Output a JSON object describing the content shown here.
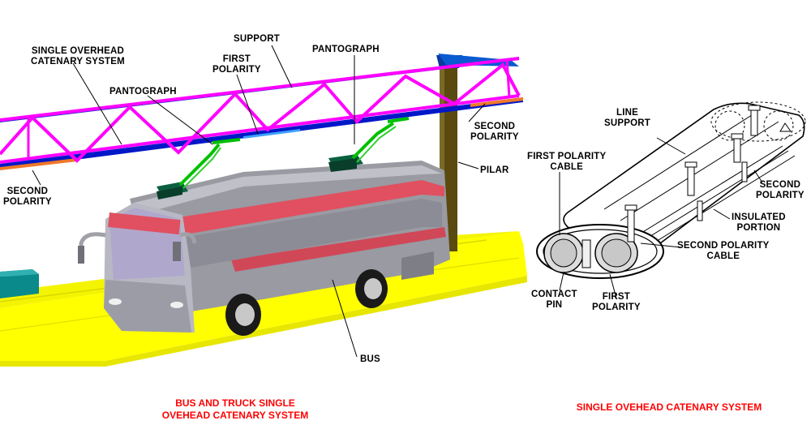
{
  "left_diagram": {
    "labels": {
      "single_overhead": [
        "SINGLE OVERHEAD",
        "CATENARY SYSTEM"
      ],
      "support": [
        "SUPPORT"
      ],
      "first_polarity": [
        "FIRST",
        "POLARITY"
      ],
      "pantograph_top": [
        "PANTOGRAPH"
      ],
      "pantograph_left": [
        "PANTOGRAPH"
      ],
      "second_polarity_right": [
        "SECOND",
        "POLARITY"
      ],
      "pilar": [
        "PILAR"
      ],
      "second_polarity_left": [
        "SECOND",
        "POLARITY"
      ],
      "bus": [
        "BUS"
      ]
    },
    "caption": [
      "BUS AND TRUCK SINGLE",
      "OVEHEAD CATENARY SYSTEM"
    ]
  },
  "right_diagram": {
    "labels": {
      "line_support": [
        "LINE",
        "SUPPORT"
      ],
      "first_polarity_cable": [
        "FIRST POLARITY",
        "CABLE"
      ],
      "second_polarity": [
        "SECOND",
        "POLARITY"
      ],
      "insulated_portion": [
        "INSULATED",
        "PORTION"
      ],
      "second_polarity_cable": [
        "SECOND POLARITY",
        "CABLE"
      ],
      "contact_pin": [
        "CONTACT",
        "PIN"
      ],
      "first_polarity": [
        "FIRST",
        "POLARITY"
      ]
    },
    "caption": [
      "SINGLE OVEHEAD CATENARY SYSTEM"
    ]
  },
  "colors": {
    "truss": "#ff00ff",
    "rail_blue": "#0018c8",
    "rail_orange": "#f07828",
    "road": "#ffff00",
    "bus_body": "#a8a8b0",
    "bus_stripe": "#e05060",
    "pantograph": "#00c000",
    "pantograph_base": "#0b6040",
    "pillar": "#5a4a10",
    "caption": "#ff0000"
  }
}
